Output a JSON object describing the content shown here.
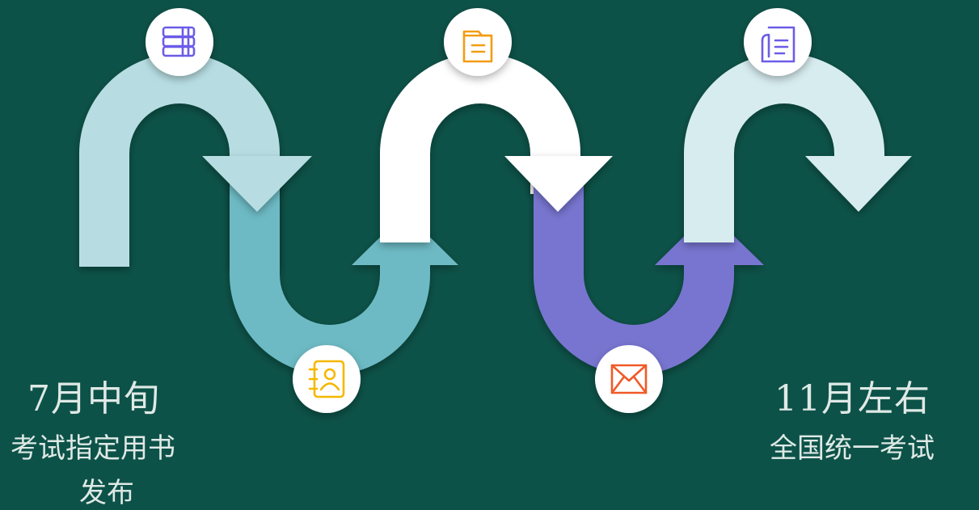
{
  "colors": {
    "background": "#0d5248",
    "arc1": "#b7dde2",
    "arc2": "#6dbac4",
    "arc3": "#ffffff",
    "arc4": "#7874d0",
    "arc5": "#d7ecef",
    "icon_purple": "#6c5ce7",
    "icon_orange": "#f39c12",
    "icon_yellow": "#f5b800",
    "icon_red": "#f05a28"
  },
  "nodes": [
    {
      "icon": "books-icon",
      "color": "#6c5ce7"
    },
    {
      "icon": "contact-book-icon",
      "color": "#f5b800"
    },
    {
      "icon": "document-icon",
      "color": "#f39c12"
    },
    {
      "icon": "envelope-icon",
      "color": "#f05a28"
    },
    {
      "icon": "paper-icon",
      "color": "#6c5ce7"
    }
  ],
  "start": {
    "date": "7月中旬",
    "desc_line1": "考试指定用书",
    "desc_line2": "发布"
  },
  "end": {
    "date": "11月左右",
    "desc": "全国统一考试"
  }
}
